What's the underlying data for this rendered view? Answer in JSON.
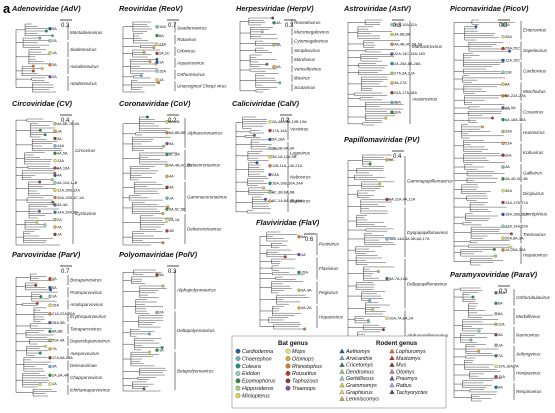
{
  "figure_label": "a",
  "panels": [
    {
      "id": "adv",
      "title": "Adenoviridae (AdV)",
      "scale": "0.3",
      "clades": [
        "Mastadenovirus",
        "Siadenovirus",
        "Aviadenovirus",
        "Atadenovirus"
      ],
      "tips": [
        "3A",
        "2A",
        "1A",
        "3A",
        "2A"
      ]
    },
    {
      "id": "reov",
      "title": "Reoviridae (ReoV)",
      "scale": "0.7",
      "clades": [
        "Seadornavirus",
        "Rotavirus",
        "Orbivirus",
        "Aquareovirus",
        "Orthoreovirus",
        "Unassigned Chiqui virus"
      ],
      "tips": [
        "10A",
        "6A",
        "13A",
        "2A,2C",
        "1A",
        "15A",
        "1A"
      ]
    },
    {
      "id": "herpv",
      "title": "Herpesviridae (HerpV)",
      "scale": "0.3",
      "clades": [
        "Roseolovirus",
        "Muromegalovirus",
        "Cytomegalovirus",
        "Simplexvirus",
        "Mardivirus",
        "Varicellovirus",
        "Iltovirus",
        "Scutavirus"
      ],
      "tips": [
        "4A",
        "3A",
        "9A"
      ]
    },
    {
      "id": "astv",
      "title": "Astroviridae (AstV)",
      "scale": "0.3",
      "clades": [
        "Mamastrovirus",
        "Avastrovirus"
      ],
      "tips": [
        "19A,10A,12A",
        "3A,6B,8A",
        "4A,4B,4C,5A,5A",
        "22A,14C,14A,14D",
        "2A,25A,8A,28A",
        "27A,3A,21A",
        "3A,27A",
        "24A,17A,16A",
        "16A",
        "10A"
      ]
    },
    {
      "id": "picov",
      "title": "Picornaviridae (PicoV)",
      "scale": "0.3",
      "clades": [
        "Enterovirus",
        "Sapelovirus",
        "Cardiovirus",
        "Mischivirus",
        "Cosavirus",
        "Hunnivirus",
        "Kobuvirus",
        "Gallivirus",
        "Dicipivirus",
        "Limnipivirus",
        "Tremovirus",
        "Hepatovirus"
      ],
      "tips": [
        "7A",
        "26A",
        "25A,25C",
        "12A,15C",
        "11B",
        "8A",
        "9A,22A,27A",
        "4A,5A",
        "6A,18A,10A",
        "29A",
        "23A",
        "11A",
        "3A",
        "4A,4D,4C,4B",
        "30A",
        "13A,17B,17A",
        "16A,16B,21A",
        "12A,19A,22A",
        "20A,8A,1A",
        "1A,26A,32A"
      ]
    },
    {
      "id": "cv",
      "title": "Circoviridae (CV)",
      "scale": "0.4",
      "clades": [
        "Circovirus",
        "Cyclovirus"
      ],
      "tips": [
        "4A,6B,7B,6A",
        "1A",
        "3A",
        "14A",
        "4A,5A",
        "13A",
        "8A,16A",
        "4A",
        "4A,11A,11B",
        "12A,10B,12A",
        "10A,12B,1C,1A",
        "3A,4A",
        "14A,10A,3B",
        "2A",
        "7A",
        "1A"
      ]
    },
    {
      "id": "cov",
      "title": "Coronaviridae (CoV)",
      "scale": "0.2",
      "clades": [
        "Alphacoronavirus",
        "Betacoronavirus",
        "Gammacoronavirus",
        "Deltacoronavirus"
      ],
      "tips": [
        "8A,2B",
        "6A,8B,8B",
        "9A",
        "8C,8A",
        "4A,4B,4C,4D",
        "4A",
        "3A",
        "1A",
        "5A,5C,5B",
        "2A,1A",
        "1B"
      ]
    },
    {
      "id": "calv",
      "title": "Caliciviridae (CalV)",
      "scale": "0.2",
      "clades": [
        "Vesivirus",
        "Lagovirus",
        "Nebovirus",
        "Sapovirus"
      ],
      "tips": [
        "2A,4A,23A,19B,19A",
        "17A,14A",
        "5A,18A",
        "3B,2B,4A,9A",
        "3A,1A,12A,9B",
        "11B,11A,13A,21A",
        "23A",
        "16A,10B,10A,24A",
        "6C,3B,6A,6B",
        "6C,1A,6A,8B,15A"
      ]
    },
    {
      "id": "pv",
      "title": "Papillomaviridae (PV)",
      "scale": "0.4",
      "clades": [
        "Gammapapillomavirus",
        "Dyopipapillomavirus",
        "Deltapapillomavirus",
        "Alphapapillomavirus"
      ],
      "tips": [
        "3A",
        "8A,11A,4A,12A",
        "16A,14A,3A,5B,6A,17A",
        "5A,7A,10A",
        "10A,7A,8A,2A"
      ]
    },
    {
      "id": "flav",
      "title": "Flaviviridae (FlaV)",
      "scale": "0.6",
      "clades": [
        "Pestivirus",
        "Flavivirus",
        "Pegivirus",
        "Hepacivirus"
      ],
      "tips": [
        "5A",
        "1A",
        "15A",
        "9A,4A",
        "3A,2A"
      ]
    },
    {
      "id": "parv",
      "title": "Parvoviridae (ParV)",
      "scale": "0.7",
      "clades": [
        "Bocaparvovirus",
        "Protoparvovirus",
        "Amdoparvovirus",
        "Erythroparvovirus",
        "Tetraparvovirus",
        "Dependoparvovirus",
        "Aveparvovirus",
        "Densovirinae",
        "Chapparvovirus",
        "Ichthamaparvovirus"
      ],
      "tips": [
        "3A",
        "5A",
        "1A",
        "15A",
        "21A,22A,20A",
        "28A,5B",
        "8A,8B",
        "11A,4A",
        "7A",
        "17A,8A,13A",
        "3A",
        "2A,3A,4A",
        "1A"
      ]
    },
    {
      "id": "poliv",
      "title": "Polyomaviridae (PolV)",
      "scale": "0.3",
      "clades": [
        "Alphapolyomavirus",
        "Deltapolyomavirus",
        "Betapolyomavirus"
      ],
      "tips": [
        "5A",
        "2A",
        "1A"
      ]
    },
    {
      "id": "parav",
      "title": "Paramyxoviridae (ParaV)",
      "scale": "0.3",
      "clades": [
        "Orthorubulavirus",
        "Morbillivirus",
        "Narmovirus",
        "Jeilongvirus",
        "Henipavirus",
        "Respirovirus"
      ],
      "tips": [
        "10A",
        "6A",
        "8A",
        "11A",
        "3A",
        "1A",
        "7A",
        "12A,16A,7A",
        "15A",
        "9A"
      ]
    }
  ],
  "legend": {
    "bat_heading": "Bat genus",
    "rodent_heading": "Rodent genus",
    "bat_genera": [
      {
        "name": "Cardioderma",
        "color": "#1f5fa8"
      },
      {
        "name": "Chaerephon",
        "color": "#6fb7d9"
      },
      {
        "name": "Coleura",
        "color": "#1a8f8a"
      },
      {
        "name": "Eidolon",
        "color": "#8fd3c5"
      },
      {
        "name": "Epomophorus",
        "color": "#2e8b3d"
      },
      {
        "name": "Hipposideros",
        "color": "#a4cf6c"
      },
      {
        "name": "Miniopterus",
        "color": "#e8d83a"
      },
      {
        "name": "Mops",
        "color": "#f2e66b"
      },
      {
        "name": "Otomops",
        "color": "#f0a63a"
      },
      {
        "name": "Rhinolophus",
        "color": "#e9762b"
      },
      {
        "name": "Rousettus",
        "color": "#c9322d"
      },
      {
        "name": "Taphozous",
        "color": "#8a3b2a"
      },
      {
        "name": "Triaenops",
        "color": "#7d4fa8"
      }
    ],
    "rodent_genera": [
      {
        "name": "Aethomys",
        "color": "#1f5fa8"
      },
      {
        "name": "Arvicanthis",
        "color": "#6fb7d9"
      },
      {
        "name": "Cricetomys",
        "color": "#2e8b3d"
      },
      {
        "name": "Dendromus",
        "color": "#a4cf6c"
      },
      {
        "name": "Gerbilliscus",
        "color": "#8fd3c5"
      },
      {
        "name": "Grammomys",
        "color": "#e8d83a"
      },
      {
        "name": "Graphiurus",
        "color": "#f2e66b"
      },
      {
        "name": "Lemniscomys",
        "color": "#f0a63a"
      },
      {
        "name": "Lophuromys",
        "color": "#e9762b"
      },
      {
        "name": "Mastomys",
        "color": "#c9322d"
      },
      {
        "name": "Mus",
        "color": "#8a3b2a"
      },
      {
        "name": "Otomys",
        "color": "#d17ab3"
      },
      {
        "name": "Praomys",
        "color": "#7d4fa8"
      },
      {
        "name": "Rattus",
        "color": "#b9a6d4"
      },
      {
        "name": "Tachyoryctes",
        "color": "#555555"
      }
    ]
  }
}
